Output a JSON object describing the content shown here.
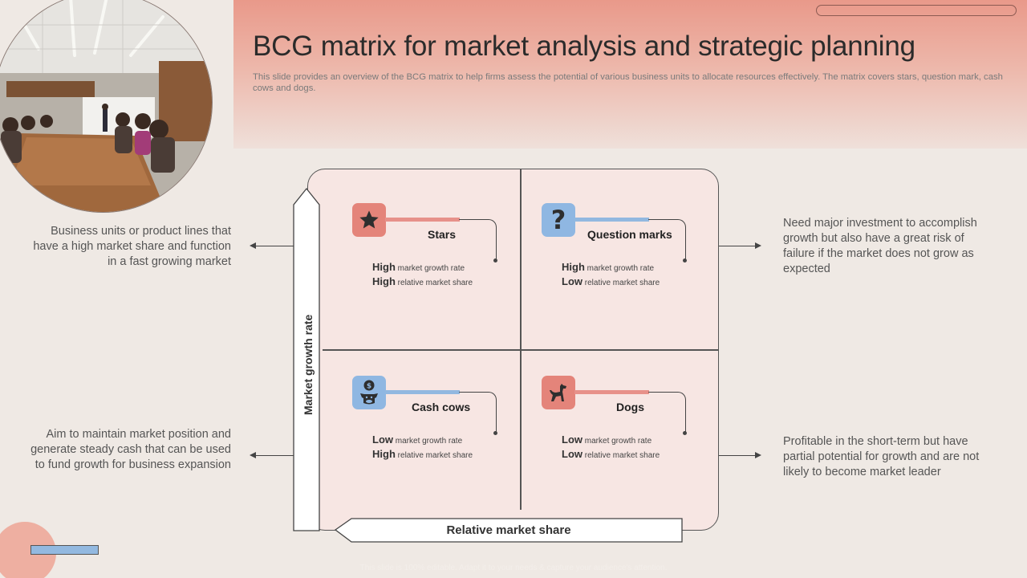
{
  "slide": {
    "title": "BCG matrix for market analysis and strategic planning",
    "subtitle": "This slide provides an overview of the BCG matrix to help firms assess the potential of various business units to allocate resources effectively. The matrix covers stars, question mark, cash cows and dogs.",
    "footer": "This slide is 100% editable. Adapt it to your needs & capture your audience's attention."
  },
  "axes": {
    "y_label": "Market growth rate",
    "x_label": "Relative market share"
  },
  "quadrants": [
    {
      "title": "Stars",
      "icon": "star-icon",
      "accent": "#e4847a",
      "growth_level": "High",
      "growth_text": "market growth rate",
      "share_level": "High",
      "share_text": "relative market share"
    },
    {
      "title": "Question marks",
      "icon": "question-mark-icon",
      "accent": "#8fb7e2",
      "growth_level": "High",
      "growth_text": "market growth rate",
      "share_level": "Low",
      "share_text": "relative market share"
    },
    {
      "title": "Cash cows",
      "icon": "cash-cow-icon",
      "accent": "#8fb7e2",
      "growth_level": "Low",
      "growth_text": "market growth rate",
      "share_level": "High",
      "share_text": "relative market share"
    },
    {
      "title": "Dogs",
      "icon": "dog-icon",
      "accent": "#e4847a",
      "growth_level": "Low",
      "growth_text": "market growth rate",
      "share_level": "Low",
      "share_text": "relative market share"
    }
  ],
  "descriptions": {
    "stars": "Business units or product lines that have a high market share and function in a fast growing market",
    "question_marks": "Need major investment to accomplish growth but also have a great risk of failure if the market does not grow as expected",
    "cash_cows": "Aim to maintain market position and generate steady cash that can be used to fund growth for business expansion",
    "dogs": "Profitable in the short-term but have partial potential for growth and are not likely to become market leader"
  },
  "colors": {
    "header_accent": "#e9998a",
    "red_accent": "#e4847a",
    "blue_accent": "#8fb7e2",
    "matrix_fill": "#f7e6e3",
    "background": "#efe9e4"
  }
}
